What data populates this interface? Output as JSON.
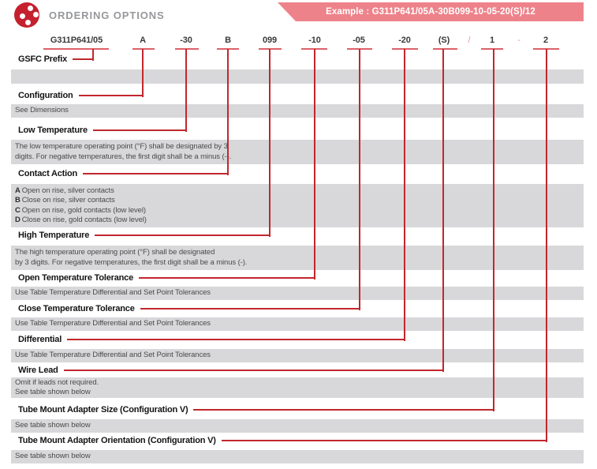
{
  "header": {
    "title": "ORDERING OPTIONS",
    "example": "Example : G311P641/05A-30B099-10-05-20(S)/12",
    "logo_icon": "four-dots-circle-logo"
  },
  "code": {
    "prefix": "G311P641/05",
    "segments": [
      "A",
      "-30",
      "B",
      "099",
      "-10",
      "-05",
      "-20",
      "(S)",
      "1",
      "2"
    ],
    "separators": [
      "/",
      "-"
    ]
  },
  "fields": [
    {
      "label": "GSFC Prefix",
      "lines": []
    },
    {
      "label": "Configuration",
      "lines": [
        "See Dimensions"
      ]
    },
    {
      "label": "Low Temperature",
      "lines": [
        "The low temperature operating point (°F) shall be designated by 3",
        "digits. For negative temperatures, the first digit shall be a minus (-)."
      ]
    },
    {
      "label": "Contact Action",
      "options": [
        {
          "code": "A",
          "text": "Open on rise, silver contacts"
        },
        {
          "code": "B",
          "text": "Close on rise, silver contacts"
        },
        {
          "code": "C",
          "text": "Open on rise, gold contacts (low level)"
        },
        {
          "code": "D",
          "text": "Close on rise, gold contacts (low level)"
        }
      ]
    },
    {
      "label": "High Temperature",
      "lines": [
        "The high temperature operating point (°F) shall be designated",
        "by 3 digits. For negative temperatures, the first digit shall be a minus (-)."
      ]
    },
    {
      "label": "Open Temperature Tolerance",
      "lines": [
        "Use Table Temperature Differential and Set Point Tolerances"
      ]
    },
    {
      "label": "Close Temperature Tolerance",
      "lines": [
        "Use Table Temperature Differential and Set Point Tolerances"
      ]
    },
    {
      "label": "Differential",
      "lines": [
        "Use Table Temperature Differential and Set Point Tolerances"
      ]
    },
    {
      "label": "Wire Lead",
      "lines": [
        "Omit if leads not required.",
        "See table shown below"
      ]
    },
    {
      "label": "Tube Mount Adapter Size (Configuration V)",
      "lines": [
        "See table shown below"
      ]
    },
    {
      "label": "Tube Mount Adapter Orientation (Configuration V)",
      "lines": [
        "See table shown below"
      ]
    }
  ],
  "colors": {
    "accent_red": "#c5202e",
    "line_red": "#c1272d",
    "underline_red": "#dd6069",
    "banner_pink": "#ee828a",
    "bar_gray": "#d8d8da",
    "title_gray": "#96989b"
  }
}
